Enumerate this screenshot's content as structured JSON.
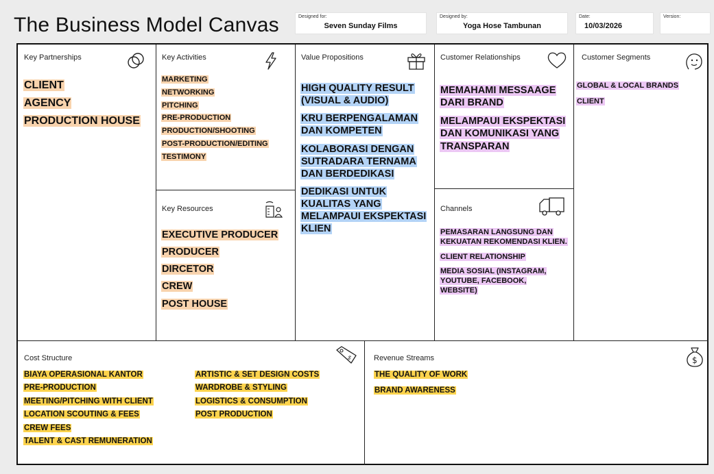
{
  "title": "The Business Model Canvas",
  "designed_for": {
    "label": "Designed for:",
    "value": "Seven Sunday Films"
  },
  "designed_by": {
    "label": "Designed by:",
    "value": "Yoga Hose Tambunan"
  },
  "date": {
    "label": "Date:",
    "value": "10/03/2026"
  },
  "version": {
    "label": "Version:",
    "value": ""
  },
  "colors": {
    "peach": "#f8d3ad",
    "blue": "#b3d3f6",
    "pink": "#ecc7f4",
    "yellow": "#fcd34d"
  },
  "key_partnerships": {
    "title": "Key Partnerships",
    "icon": "link-icon",
    "items": [
      "CLIENT",
      "AGENCY",
      "PRODUCTION HOUSE"
    ]
  },
  "key_activities": {
    "title": "Key Activities",
    "icon": "lightning-icon",
    "items": [
      "MARKETING",
      "NETWORKING",
      "PITCHING",
      "PRE-PRODUCTION",
      "PRODUCTION/SHOOTING",
      "POST-PRODUCTION/EDITING",
      "TESTIMONY"
    ]
  },
  "key_resources": {
    "title": "Key Resources",
    "icon": "factory-worker-icon",
    "items": [
      "EXECUTIVE PRODUCER",
      "PRODUCER",
      "DIRCETOR",
      "CREW",
      "POST HOUSE"
    ]
  },
  "value_propositions": {
    "title": "Value Propositions",
    "icon": "gift-icon",
    "items": [
      "HIGH QUALITY RESULT (VISUAL & AUDIO)",
      "KRU BERPENGALAMAN DAN KOMPETEN",
      "KOLABORASI DENGAN SUTRADARA TERNAMA DAN BERDEDIKASI",
      "DEDIKASI UNTUK KUALITAS YANG MELAMPAUI EKSPEKTASI KLIEN"
    ]
  },
  "customer_relationships": {
    "title": "Customer Relationships",
    "icon": "heart-icon",
    "items": [
      "MEMAHAMI MESSAAGE DARI BRAND",
      "MELAMPAUI EKSPEKTASI DAN KOMUNIKASI YANG TRANSPARAN"
    ]
  },
  "channels": {
    "title": "Channels",
    "icon": "truck-icon",
    "items": [
      "PEMASARAN LANGSUNG DAN KEKUATAN REKOMENDASI KLIEN.",
      "CLIENT RELATIONSHIP",
      "MEDIA SOSIAL (INSTAGRAM, YOUTUBE, FACEBOOK, WEBSITE)"
    ]
  },
  "customer_segments": {
    "title": "Customer Segments",
    "icon": "smiley-face-icon",
    "items": [
      "GLOBAL & LOCAL BRANDS",
      "CLIENT"
    ]
  },
  "cost_structure": {
    "title": "Cost Structure",
    "icon": "price-tag-icon",
    "col1": [
      "BIAYA OPERASIONAL KANTOR",
      "PRE-PRODUCTION",
      "MEETING/PITCHING WITH CLIENT",
      "LOCATION SCOUTING & FEES",
      "CREW FEES",
      "TALENT & CAST REMUNERATION"
    ],
    "col2": [
      "ARTISTIC & SET DESIGN COSTS",
      "WARDROBE & STYLING",
      "LOGISTICS & CONSUMPTION",
      "POST PRODUCTION"
    ]
  },
  "revenue_streams": {
    "title": "Revenue Streams",
    "icon": "money-bag-icon",
    "items": [
      "THE QUALITY OF WORK",
      "BRAND AWARENESS"
    ]
  }
}
